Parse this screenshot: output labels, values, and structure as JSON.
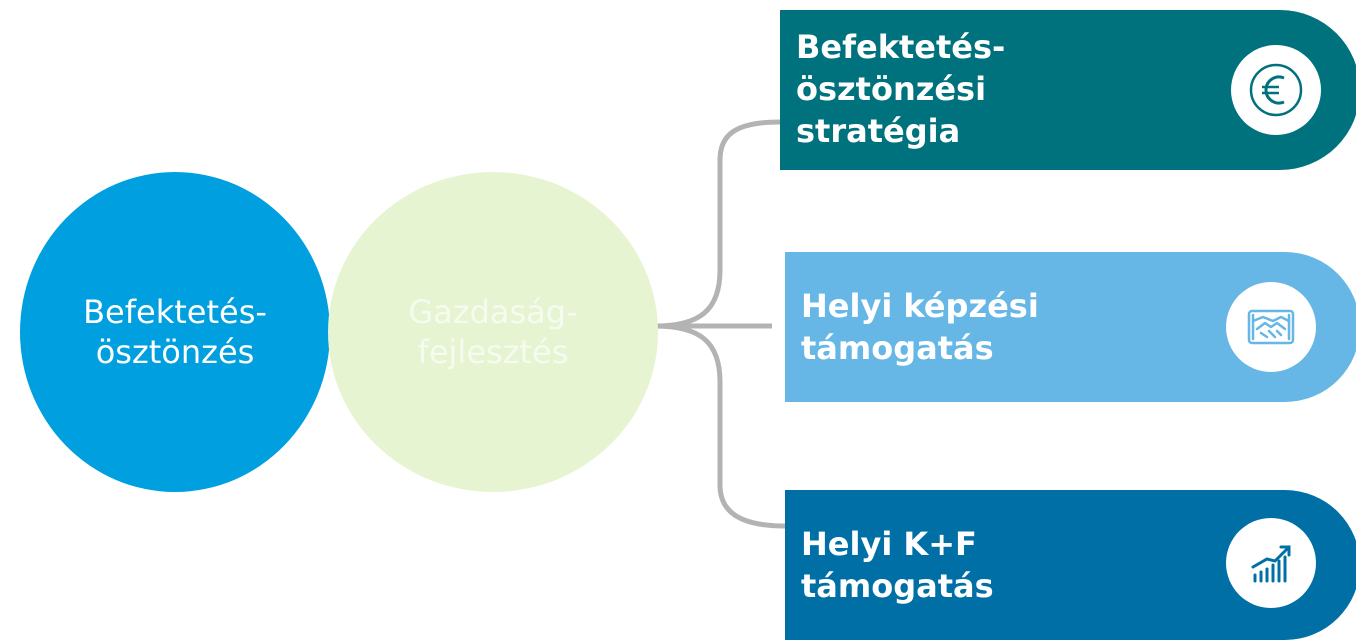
{
  "left_circle": {
    "label_line1": "Befektetés-",
    "label_line2": "ösztönzés"
  },
  "middle_circle": {
    "label_line1": "Gazdaság-",
    "label_line2": "fejlesztés"
  },
  "branches": [
    {
      "line1": "Befektetés-",
      "line2": "ösztönzési",
      "line3": "stratégia",
      "icon": "euro-icon",
      "color": "#00727d"
    },
    {
      "line1": "Helyi képzési",
      "line2": "támogatás",
      "icon": "handshake-icon",
      "color": "#66b6e6"
    },
    {
      "line1": "Helyi K+F",
      "line2": "támogatás",
      "icon": "growth-chart-icon",
      "color": "#006fa6"
    }
  ],
  "colors": {
    "left_circle": "#009fdf",
    "middle_circle": "#e6f4d2",
    "connector": "#b3b3b3"
  }
}
